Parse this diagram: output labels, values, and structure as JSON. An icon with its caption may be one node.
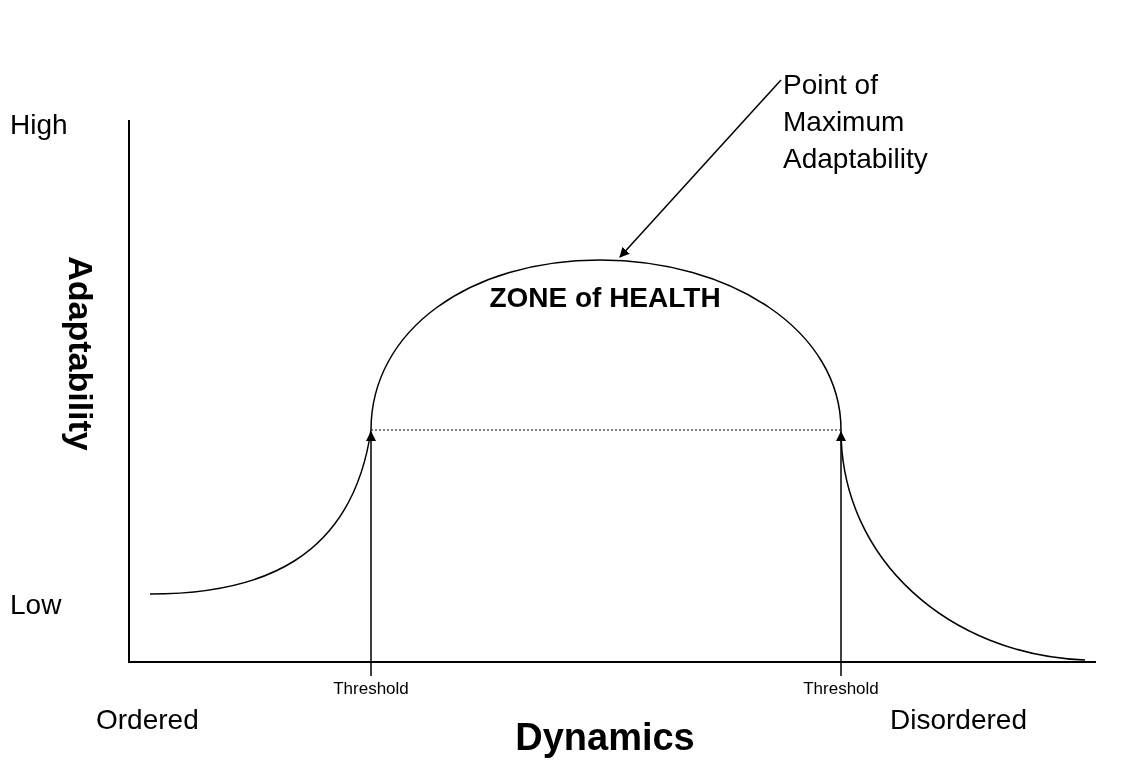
{
  "diagram": {
    "nodes": [
      {
        "text": [
          "Point of Maximum Adaptability"
        ]
      },
      {
        "text": [
          "Threshold"
        ]
      },
      {
        "text": [
          "Threshold"
        ]
      }
    ],
    "edges": [
      {
        "from": 0,
        "to": null,
        "arrow": "to"
      },
      {
        "from": 1,
        "to": null,
        "arrow": "to"
      },
      {
        "from": 2,
        "to": null,
        "arrow": "to"
      }
    ],
    "labels": [
      "High",
      "Adaptability",
      "ZONE of HEALTH",
      "Low",
      "Ordered",
      "Dynamics",
      "Disordered"
    ]
  }
}
